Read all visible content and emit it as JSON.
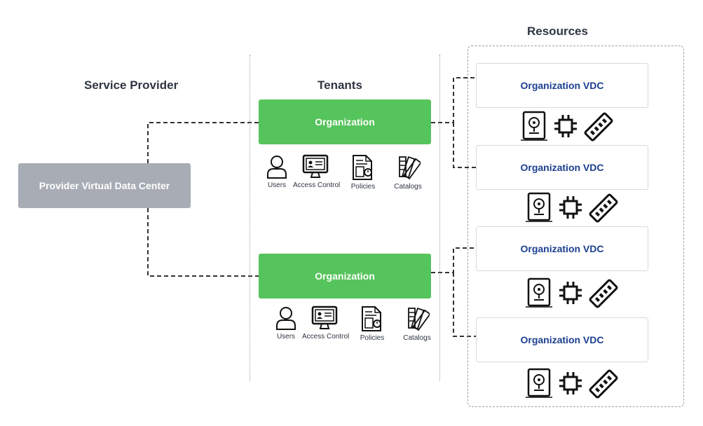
{
  "headers": {
    "service_provider": "Service Provider",
    "tenants": "Tenants",
    "resources": "Resources"
  },
  "provider": {
    "label": "Provider Virtual Data Center"
  },
  "organizations": [
    {
      "label": "Organization",
      "tools": [
        "Users",
        "Access Control",
        "Policies",
        "Catalogs"
      ]
    },
    {
      "label": "Organization",
      "tools": [
        "Users",
        "Access Control",
        "Policies",
        "Catalogs"
      ]
    }
  ],
  "vdcs": [
    {
      "label": "Organization VDC"
    },
    {
      "label": "Organization VDC"
    },
    {
      "label": "Organization VDC"
    },
    {
      "label": "Organization VDC"
    }
  ],
  "resource_icons": [
    "storage-drive-icon",
    "cpu-chip-icon",
    "memory-module-icon"
  ],
  "tool_icons": [
    "user-icon",
    "access-control-monitor-icon",
    "policy-document-icon",
    "catalog-swatches-icon"
  ],
  "colors": {
    "organization": "#56c45c",
    "provider": "#a7acb5",
    "vdc_text": "#1b3f8f",
    "connector": "#333333"
  }
}
